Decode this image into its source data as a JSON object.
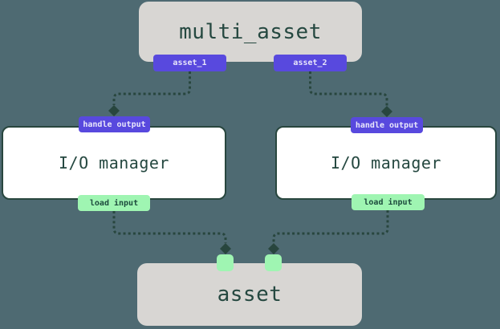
{
  "colors": {
    "background": "#4e6a72",
    "box_gray": "#d8d6d3",
    "box_white": "#ffffff",
    "outline": "#28463e",
    "purple": "#5849de",
    "purple_text": "#e9e7fb",
    "green": "#9ff5b2",
    "green_text": "#1d4b3d",
    "title_text": "#254840"
  },
  "diagram": {
    "multi_asset_node": {
      "title": "multi_asset",
      "outputs": [
        {
          "label": "asset_1"
        },
        {
          "label": "asset_2"
        }
      ]
    },
    "io_managers": [
      {
        "title": "I/O manager",
        "top_badge": "handle output",
        "bottom_badge": "load input"
      },
      {
        "title": "I/O manager",
        "top_badge": "handle output",
        "bottom_badge": "load input"
      }
    ],
    "asset_node": {
      "title": "asset"
    }
  }
}
